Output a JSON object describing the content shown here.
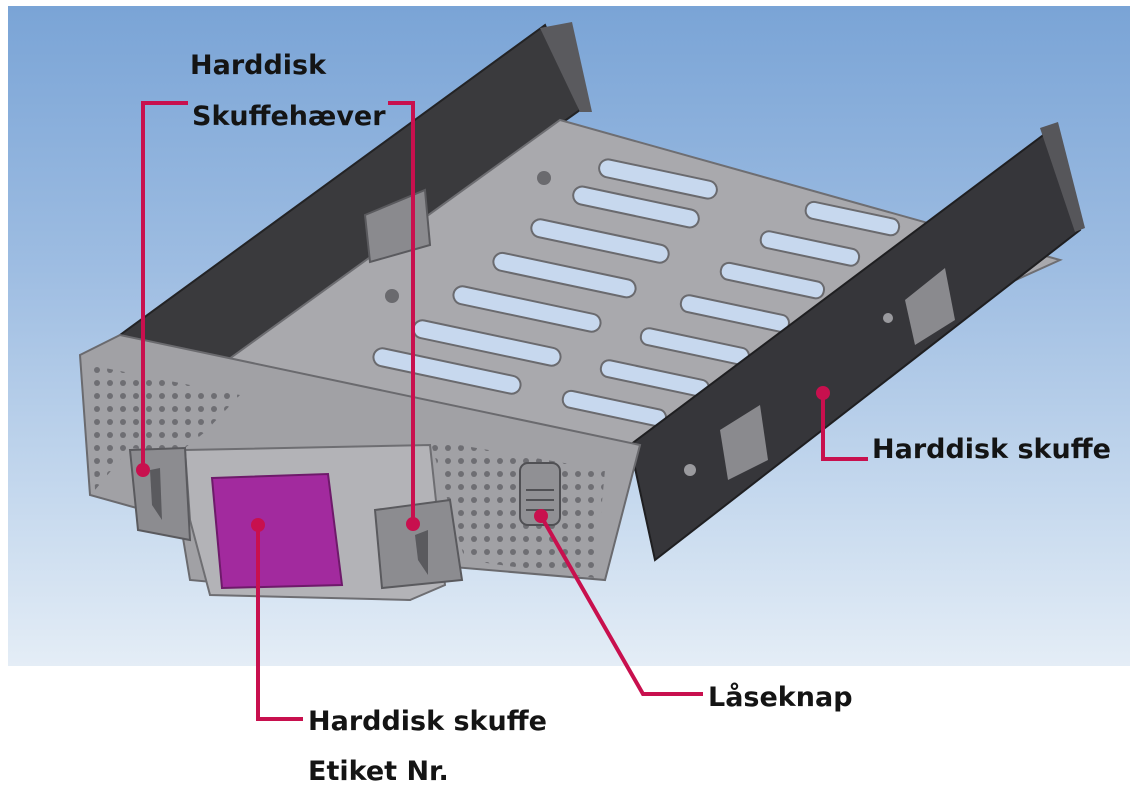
{
  "labels": {
    "tray_lever_line1": "Harddisk",
    "tray_lever_line2": "Skuffehæver",
    "tray": "Harddisk skuffe",
    "lock_button": "Låseknap",
    "label_no_line1": "Harddisk skuffe",
    "label_no_line2": "Etiket Nr."
  },
  "colors": {
    "callout": "#c8104e",
    "label_patch": "#a22a9e",
    "tray_metal": "#9a9a9e",
    "tray_dark": "#3a3a3d",
    "background_top": "#7aa4d6",
    "background_bottom": "#e4edf6"
  }
}
